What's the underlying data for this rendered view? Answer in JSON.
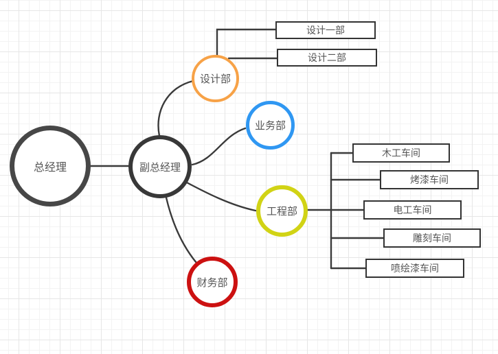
{
  "diagram": {
    "type": "mindmap-org-chart",
    "edge_color": "#3a3a3a",
    "box_border_color": "#333333",
    "text_color": "#555555",
    "nodes": {
      "gm": {
        "label": "总经理",
        "shape": "circle",
        "border": "#474747"
      },
      "vgm": {
        "label": "副总经理",
        "shape": "circle",
        "border": "#383838"
      },
      "design": {
        "label": "设计部",
        "shape": "circle",
        "border": "#f7a247"
      },
      "business": {
        "label": "业务部",
        "shape": "circle",
        "border": "#2f97f2"
      },
      "engineering": {
        "label": "工程部",
        "shape": "circle",
        "border": "#d1d315"
      },
      "finance": {
        "label": "财务部",
        "shape": "circle",
        "border": "#cc1111"
      },
      "design1": {
        "label": "设计一部",
        "shape": "rect",
        "border": "#333333"
      },
      "design2": {
        "label": "设计二部",
        "shape": "rect",
        "border": "#333333"
      },
      "workshop1": {
        "label": "木工车间",
        "shape": "rect",
        "border": "#333333"
      },
      "workshop2": {
        "label": "烤漆车间",
        "shape": "rect",
        "border": "#333333"
      },
      "workshop3": {
        "label": "电工车间",
        "shape": "rect",
        "border": "#333333"
      },
      "workshop4": {
        "label": "雕刻车间",
        "shape": "rect",
        "border": "#333333"
      },
      "workshop5": {
        "label": "喷绘漆车间",
        "shape": "rect",
        "border": "#333333"
      }
    },
    "edges": [
      {
        "from": "gm",
        "to": "vgm"
      },
      {
        "from": "vgm",
        "to": "design"
      },
      {
        "from": "vgm",
        "to": "business"
      },
      {
        "from": "vgm",
        "to": "engineering"
      },
      {
        "from": "vgm",
        "to": "finance"
      },
      {
        "from": "design",
        "to": "design1"
      },
      {
        "from": "design",
        "to": "design2"
      },
      {
        "from": "engineering",
        "to": "workshop1"
      },
      {
        "from": "engineering",
        "to": "workshop2"
      },
      {
        "from": "engineering",
        "to": "workshop3"
      },
      {
        "from": "engineering",
        "to": "workshop4"
      },
      {
        "from": "engineering",
        "to": "workshop5"
      }
    ]
  }
}
